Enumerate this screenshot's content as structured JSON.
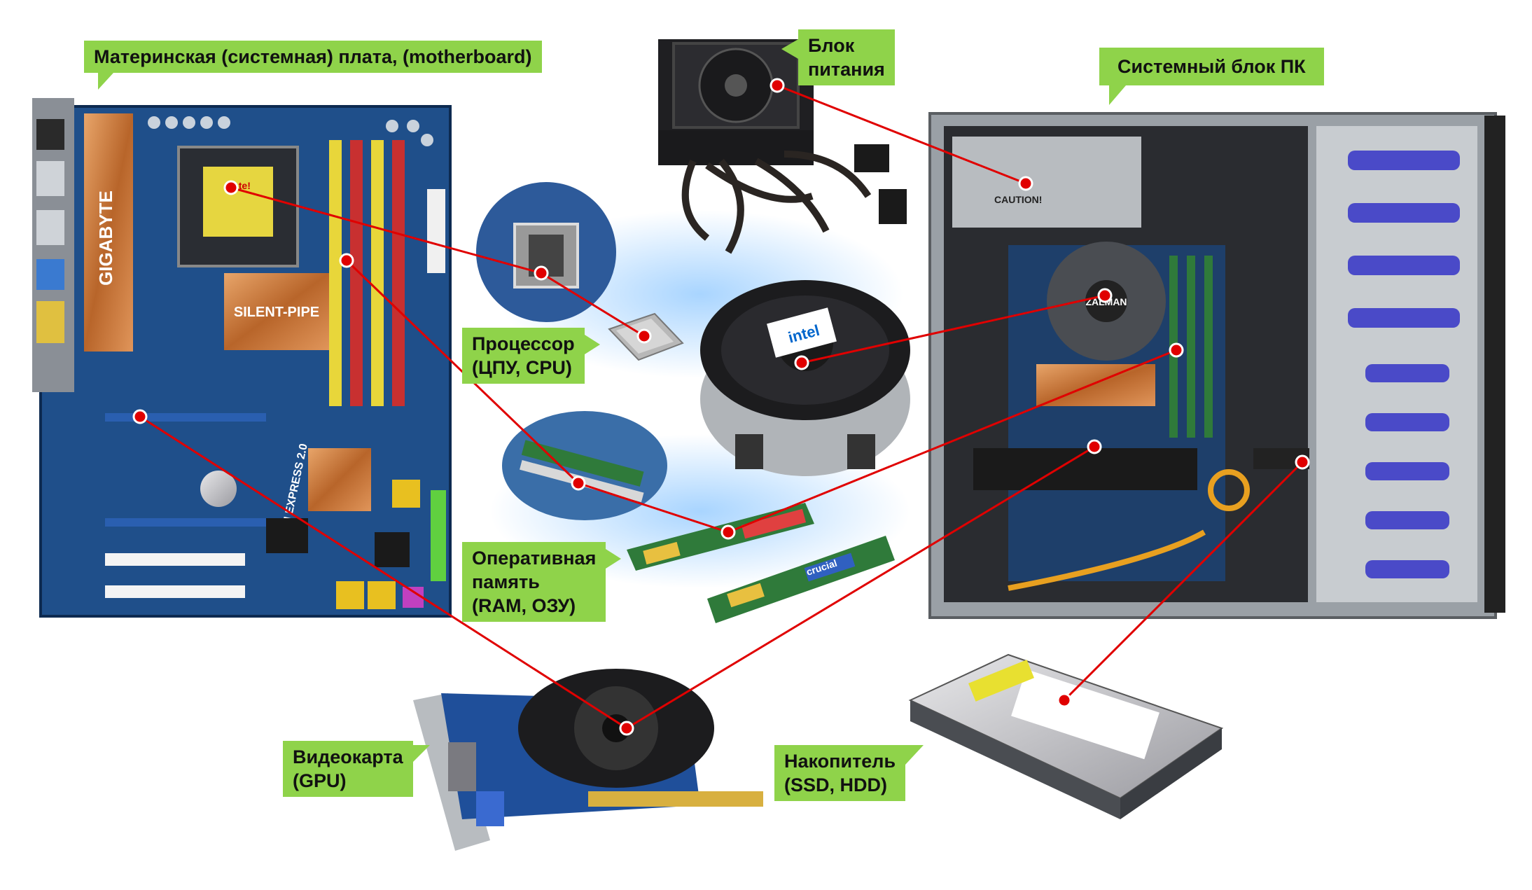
{
  "labels": {
    "motherboard": "Материнская (системная) плата, (motherboard)",
    "psu": "Блок\nпитания",
    "case": "Системный блок ПК",
    "cpu": "Процессор\n(ЦПУ, CPU)",
    "ram": "Оперативная\nпамять\n(RAM, ОЗУ)",
    "gpu": "Видеокарта\n(GPU)",
    "storage": "Накопитель\n(SSD, HDD)"
  },
  "board_markings": {
    "brand": "GIGABYTE",
    "cooler_brand": "SILENT-PIPE",
    "cpu_note": "Note!",
    "pci_express": "PCI EXPRESS 2.0",
    "intel": "intel",
    "ram_brand": "crucial",
    "case_cooler": "ZALMAN",
    "psu_caution": "CAUTION!"
  },
  "colors": {
    "label_bg": "#8fd34a",
    "connector": "#e00000",
    "board_blue": "#1f4f8a",
    "copper": "#c87a3a",
    "ram_green": "#2f7a3a"
  }
}
